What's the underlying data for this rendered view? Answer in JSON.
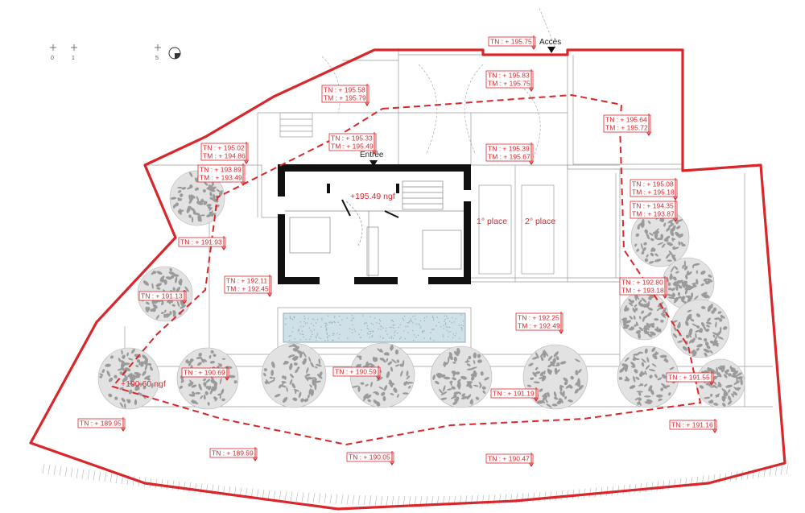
{
  "colors": {
    "boundary": "#d9262a",
    "building_wall": "#111111",
    "tree": "#9a9a9a",
    "pool": "#bcd3dc",
    "thin_line": "#8a8a8a"
  },
  "scale_bar": {
    "ticks": [
      "0",
      "1",
      "5"
    ],
    "icon": "north-arrow-icon"
  },
  "entrances": {
    "acces": "Accès",
    "entree": "Entrée"
  },
  "building": {
    "floor_level": "+195.49 ngf"
  },
  "parking": {
    "place1": "1° place",
    "place2": "2° place"
  },
  "garden_level": "+190.60 ngf",
  "levels": [
    {
      "id": "l01",
      "lines": [
        "TN : + 195.75"
      ]
    },
    {
      "id": "l02",
      "lines": [
        "TN : + 195.58",
        "TM : + 195.79"
      ]
    },
    {
      "id": "l03",
      "lines": [
        "TN : + 195.83",
        "TM : + 195.75"
      ]
    },
    {
      "id": "l04",
      "lines": [
        "TN : + 195.64",
        "TM : + 195.72"
      ]
    },
    {
      "id": "l05",
      "lines": [
        "TN : + 195.33",
        "TM : + 195.49"
      ]
    },
    {
      "id": "l06",
      "lines": [
        "TN : + 195.39",
        "TM : + 195.67"
      ]
    },
    {
      "id": "l07",
      "lines": [
        "TN : + 195.02",
        "TM : + 194.86"
      ]
    },
    {
      "id": "l08",
      "lines": [
        "TN : + 193.89",
        "TM : + 193.49"
      ]
    },
    {
      "id": "l09",
      "lines": [
        "TN : + 195.08",
        "TM : + 195.18"
      ]
    },
    {
      "id": "l10",
      "lines": [
        "TN : + 194.35",
        "TM : + 193.87"
      ]
    },
    {
      "id": "l11",
      "lines": [
        "TN : + 191.93"
      ]
    },
    {
      "id": "l12",
      "lines": [
        "TN : + 192.11",
        "TM : + 192.45"
      ]
    },
    {
      "id": "l13",
      "lines": [
        "TN : + 192.80",
        "TM : + 193.18"
      ]
    },
    {
      "id": "l14",
      "lines": [
        "TN : + 191.13"
      ]
    },
    {
      "id": "l15",
      "lines": [
        "TN : + 192.25",
        "TM : + 192.49"
      ]
    },
    {
      "id": "l16",
      "lines": [
        "TN : + 190.69"
      ]
    },
    {
      "id": "l17",
      "lines": [
        "TN : + 190.59"
      ]
    },
    {
      "id": "l18",
      "lines": [
        "TN : + 191.55"
      ]
    },
    {
      "id": "l19",
      "lines": [
        "TN : + 191.19"
      ]
    },
    {
      "id": "l20",
      "lines": [
        "TN : + 189.95"
      ]
    },
    {
      "id": "l21",
      "lines": [
        "TN : + 191.16"
      ]
    },
    {
      "id": "l22",
      "lines": [
        "TN : + 189.59"
      ]
    },
    {
      "id": "l23",
      "lines": [
        "TN : + 190.05"
      ]
    },
    {
      "id": "l24",
      "lines": [
        "TN : + 190.47"
      ]
    }
  ]
}
